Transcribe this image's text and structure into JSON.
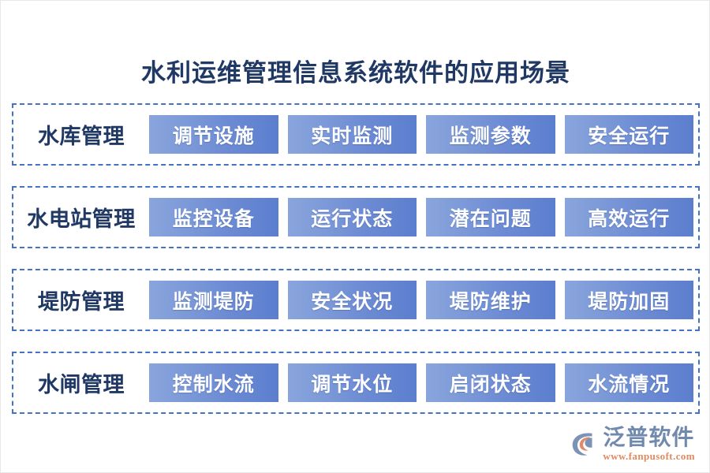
{
  "page": {
    "title": "水利运维管理信息系统软件的应用场景",
    "background_color": "#ffffff",
    "title_color": "#1f3864",
    "accent_color": "#4472c4",
    "chip_gradient_from": "#8aa5dd",
    "chip_gradient_to": "#5b7ece"
  },
  "rows": [
    {
      "label": "水库管理",
      "chips": [
        {
          "label": "调节设施"
        },
        {
          "label": "实时监测"
        },
        {
          "label": "监测参数"
        },
        {
          "label": "安全运行"
        }
      ]
    },
    {
      "label": "水电站管理",
      "chips": [
        {
          "label": "监控设备"
        },
        {
          "label": "运行状态"
        },
        {
          "label": "潜在问题"
        },
        {
          "label": "高效运行"
        }
      ]
    },
    {
      "label": "堤防管理",
      "chips": [
        {
          "label": "监测堤防"
        },
        {
          "label": "安全状况"
        },
        {
          "label": "堤防维护"
        },
        {
          "label": "堤防加固"
        }
      ]
    },
    {
      "label": "水闸管理",
      "chips": [
        {
          "label": "控制水流"
        },
        {
          "label": "调节水位"
        },
        {
          "label": "启闭状态"
        },
        {
          "label": "水流情况"
        }
      ]
    }
  ],
  "logo": {
    "icon": "fanpu-swirl-logo-icon",
    "name": "泛普软件",
    "url": "www.fanpusoft.com",
    "name_color": "#7089ad",
    "url_color": "#e28a5e",
    "mark_arc_color": "#7b93b5",
    "mark_leaf_color": "#e2896a"
  }
}
